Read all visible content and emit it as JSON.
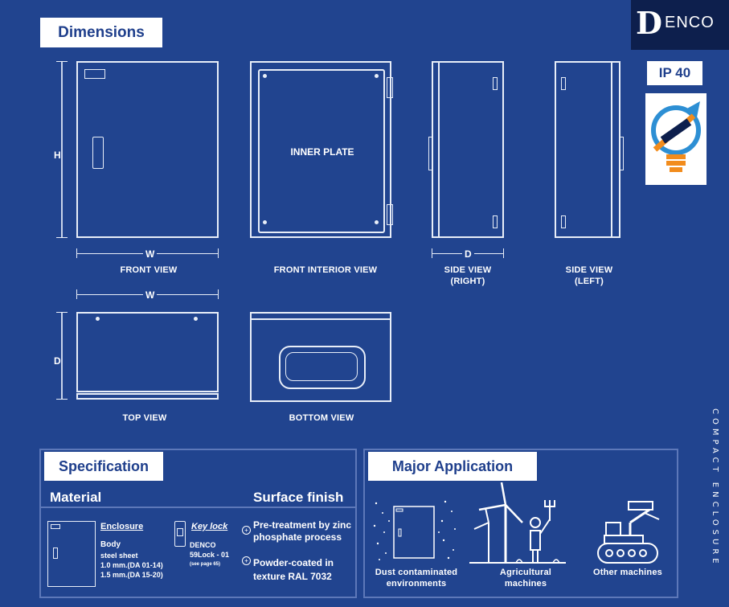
{
  "header": {
    "title": "Dimensions"
  },
  "brand": {
    "logo_d": "D",
    "logo_rest": "ENCO",
    "ip_badge": "IP 40"
  },
  "views": {
    "front": "FRONT VIEW",
    "front_interior": "FRONT INTERIOR VIEW",
    "inner_plate": "INNER PLATE",
    "side_right_1": "SIDE VIEW",
    "side_right_2": "(RIGHT)",
    "side_left_1": "SIDE VIEW",
    "side_left_2": "(LEFT)",
    "top": "TOP VIEW",
    "bottom": "BOTTOM VIEW"
  },
  "dims": {
    "h": "H",
    "w": "W",
    "d": "D"
  },
  "specification": {
    "title": "Specification",
    "material": "Material",
    "surface_finish": "Surface finish",
    "enclosure_label": "Enclosure",
    "body_label": "Body",
    "body_material": "steel sheet",
    "body_thick_1": "1.0 mm.(DA 01-14)",
    "body_thick_2": "1.5 mm.(DA 15-20)",
    "key_lock_label": "Key lock",
    "key_lock_brand": "DENCO",
    "key_lock_model": "59Lock - 01",
    "key_lock_note": "(see page 65)",
    "finish_1_a": "Pre-treatment by zinc",
    "finish_1_b": "phosphate process",
    "finish_2_a": "Powder-coated in",
    "finish_2_b": "texture RAL 7032"
  },
  "application": {
    "title": "Major Application",
    "dust_1": "Dust contaminated",
    "dust_2": "environments",
    "agri_1": "Agricultural",
    "agri_2": "machines",
    "other": "Other machines"
  },
  "side_text": "COMPACT ENCLOSURE",
  "colors": {
    "background": "#21448f",
    "label_text": "#1f3f8c",
    "line": "#e8eef8",
    "logo_bg": "#0d1f4d",
    "bulb_orange": "#f28c1c",
    "bulb_blue": "#2d8fd4"
  }
}
